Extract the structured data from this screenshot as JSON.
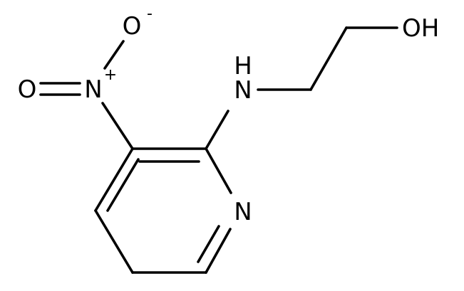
{
  "atoms": {
    "oxide_o": "O",
    "oxide_charge": "-",
    "nitro_o": "O",
    "nitro_n": "N",
    "nitro_charge": "+",
    "amine_n": "N",
    "amine_h": "H",
    "hydroxyl": "OH",
    "ring_n": "N"
  },
  "colors": {
    "ink": "#000000",
    "background": "#ffffff"
  }
}
